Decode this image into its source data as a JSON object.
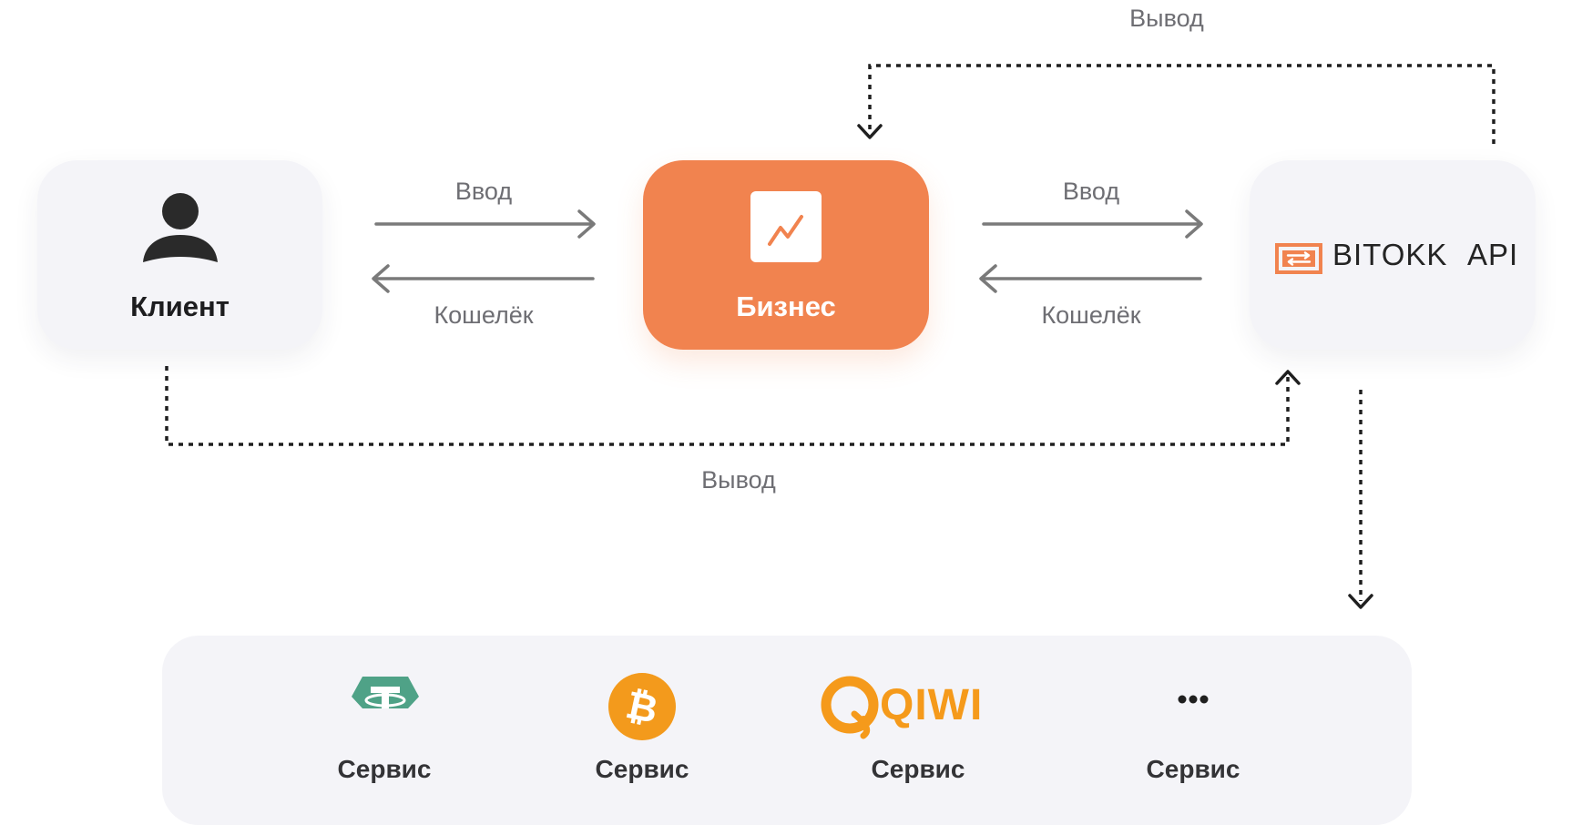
{
  "nodes": {
    "client": {
      "label": "Клиент"
    },
    "business": {
      "label": "Бизнес"
    },
    "api": {
      "brand": "BITOKK",
      "suffix": "API"
    }
  },
  "flows": {
    "client_to_business": {
      "top_label": "Ввод",
      "bottom_label": "Кошелёк"
    },
    "business_to_api": {
      "top_label": "Ввод",
      "bottom_label": "Кошелёк"
    },
    "api_to_business_withdraw": {
      "label": "Вывод"
    },
    "client_to_api_withdraw": {
      "label": "Вывод"
    }
  },
  "services": {
    "items": [
      {
        "icon": "tether-icon",
        "label": "Сервис"
      },
      {
        "icon": "bitcoin-icon",
        "label": "Сервис"
      },
      {
        "icon": "qiwi-icon",
        "brand": "QIWI",
        "label": "Сервис"
      },
      {
        "icon": "more-icon",
        "label": "Сервис"
      }
    ]
  },
  "colors": {
    "accent": "#f1834f",
    "card_bg": "#f4f4f8",
    "arrow": "#7a7a7a",
    "dashed": "#1f1f1f",
    "tether": "#4fa287",
    "bitcoin": "#f39a1c",
    "qiwi": "#f59a1b"
  }
}
